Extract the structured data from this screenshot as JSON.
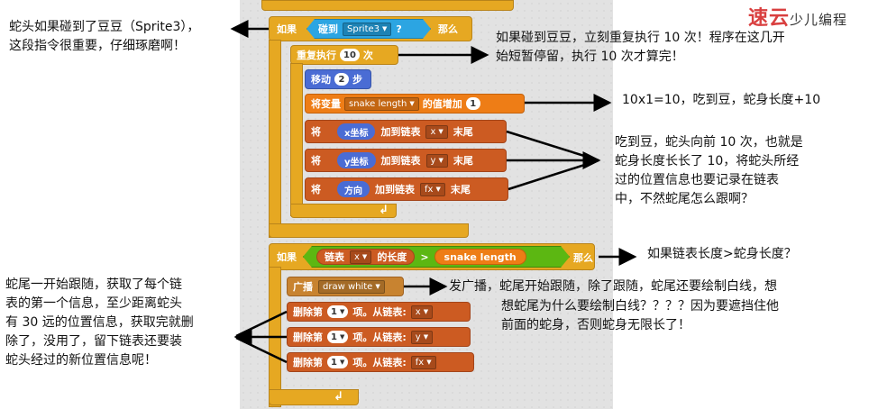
{
  "logo": {
    "main": "速云",
    "sub": "少儿编程"
  },
  "blocks": {
    "if1_label": "如果",
    "touching_label": "碰到",
    "touching_target": "Sprite3",
    "touching_q": "?",
    "then1": "那么",
    "repeat_label": "重复执行",
    "repeat_count": "10",
    "repeat_unit": "次",
    "move_label": "移动",
    "move_steps": "2",
    "move_unit": "步",
    "change_label": "将变量",
    "change_var": "snake length",
    "change_mid": "的值增加",
    "change_by": "1",
    "add1_label": "将",
    "add1_val": "x坐标",
    "add1_mid": "加到链表",
    "add1_list": "x",
    "add1_end": "末尾",
    "add2_label": "将",
    "add2_val": "y坐标",
    "add2_mid": "加到链表",
    "add2_list": "y",
    "add2_end": "末尾",
    "add3_label": "将",
    "add3_val": "方向",
    "add3_mid": "加到链表",
    "add3_list": "fx",
    "add3_end": "末尾",
    "if2_label": "如果",
    "len_list_label": "链表",
    "len_list": "x",
    "len_of": "的长度",
    "gt": ">",
    "len_var": "snake length",
    "then2": "那么",
    "broadcast_label": "广播",
    "broadcast_msg": "draw white",
    "del1_label": "删除第",
    "del1_idx": "1",
    "del1_mid": "项。从链表:",
    "del1_list": "x",
    "del2_label": "删除第",
    "del2_idx": "1",
    "del2_mid": "项。从链表:",
    "del2_list": "y",
    "del3_label": "删除第",
    "del3_idx": "1",
    "del3_mid": "项。从链表:",
    "del3_list": "fx"
  },
  "annotations": {
    "a1": [
      "蛇头如果碰到了豆豆（Sprite3），",
      "这段指令很重要，仔细琢磨啊！"
    ],
    "a2": [
      "如果碰到豆豆，立刻重复执行 10 次！程序在这几开",
      "始短暂停留，执行 10 次才算完！"
    ],
    "a3": "10x1=10，吃到豆，蛇身长度+10",
    "a4": [
      "吃到豆，蛇头向前 10 次，也就是",
      "蛇身长度长长了 10，将蛇头所经",
      "过的位置信息也要记录在链表",
      "中，不然蛇尾怎么跟啊？"
    ],
    "a5": "如果链表长度>蛇身长度？",
    "a6": "发广播，蛇尾开始跟随，除了跟随，蛇尾还要绘制白线，想",
    "a7": [
      "想蛇尾为什么要绘制白线？？？？因为要遮挡住他",
      "前面的蛇身，否则蛇身无限长了！"
    ],
    "a8": [
      "蛇尾一开始跟随，获取了每个链",
      "表的第一个信息，至少距离蛇头",
      "有 30 远的位置信息，获取完就删",
      "除了，没用了，留下链表还要装",
      "蛇头经过的新位置信息呢！"
    ]
  }
}
